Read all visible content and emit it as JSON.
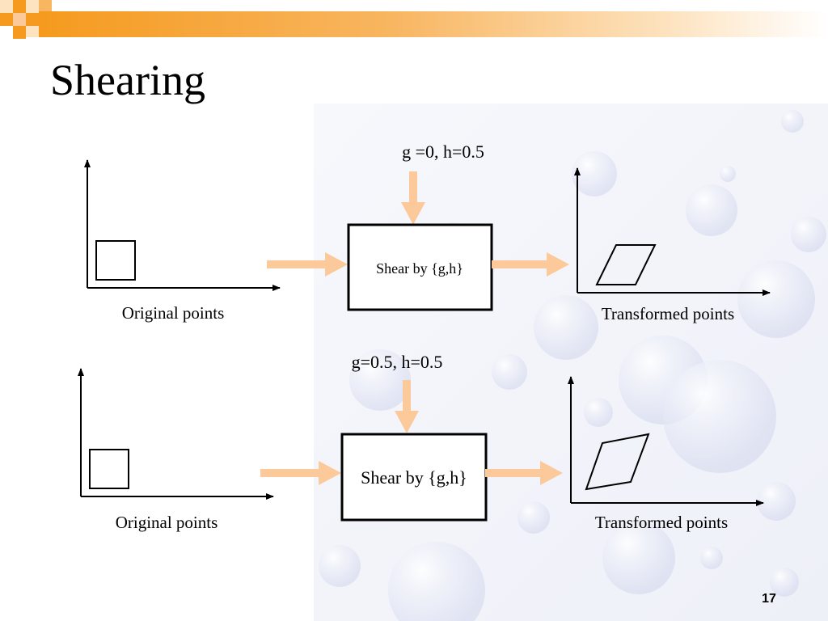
{
  "slide": {
    "title": "Shearing",
    "page_number": "17"
  },
  "rows": [
    {
      "params": "g =0, h=0.5",
      "box_label": "Shear by {g,h}",
      "input_label": "Original points",
      "output_label": "Transformed points",
      "g": 0,
      "h": 0.5
    },
    {
      "params": "g=0.5, h=0.5",
      "box_label": "Shear by {g,h}",
      "input_label": "Original points",
      "output_label": "Transformed points",
      "g": 0.5,
      "h": 0.5
    }
  ],
  "colors": {
    "accent_arrow": "#fbc99a",
    "header_bar": "#f59a1e",
    "background_tint": "#f2f4fb"
  }
}
